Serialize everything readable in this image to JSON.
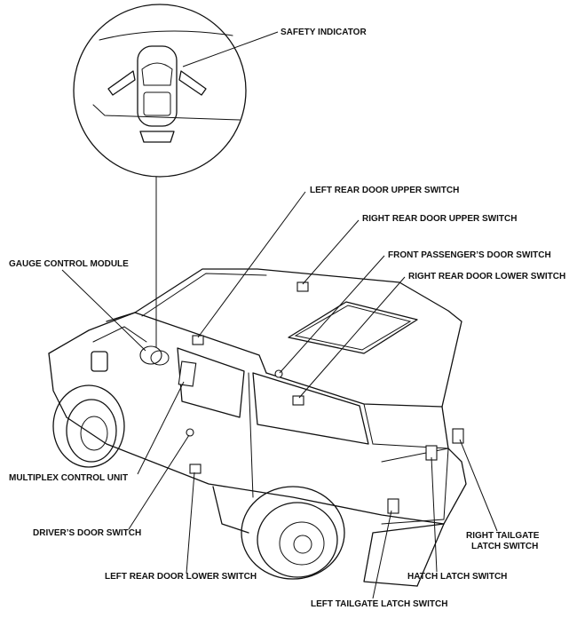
{
  "labels": {
    "safety_indicator": "SAFETY INDICATOR",
    "left_rear_door_upper_switch": "LEFT REAR DOOR UPPER SWITCH",
    "right_rear_door_upper_switch": "RIGHT REAR DOOR UPPER SWITCH",
    "front_passengers_door_switch": "FRONT PASSENGER’S DOOR SWITCH",
    "right_rear_door_lower_switch": "RIGHT REAR DOOR LOWER SWITCH",
    "gauge_control_module": "GAUGE CONTROL MODULE",
    "multiplex_control_unit": "MULTIPLEX CONTROL UNIT",
    "drivers_door_switch": "DRIVER’S DOOR SWITCH",
    "left_rear_door_lower_switch": "LEFT REAR DOOR LOWER SWITCH",
    "right_tailgate_latch_switch_line1": "RIGHT TAILGATE",
    "right_tailgate_latch_switch_line2": "LATCH SWITCH",
    "hatch_latch_switch": "HATCH LATCH SWITCH",
    "left_tailgate_latch_switch": "LEFT TAILGATE LATCH SWITCH"
  }
}
